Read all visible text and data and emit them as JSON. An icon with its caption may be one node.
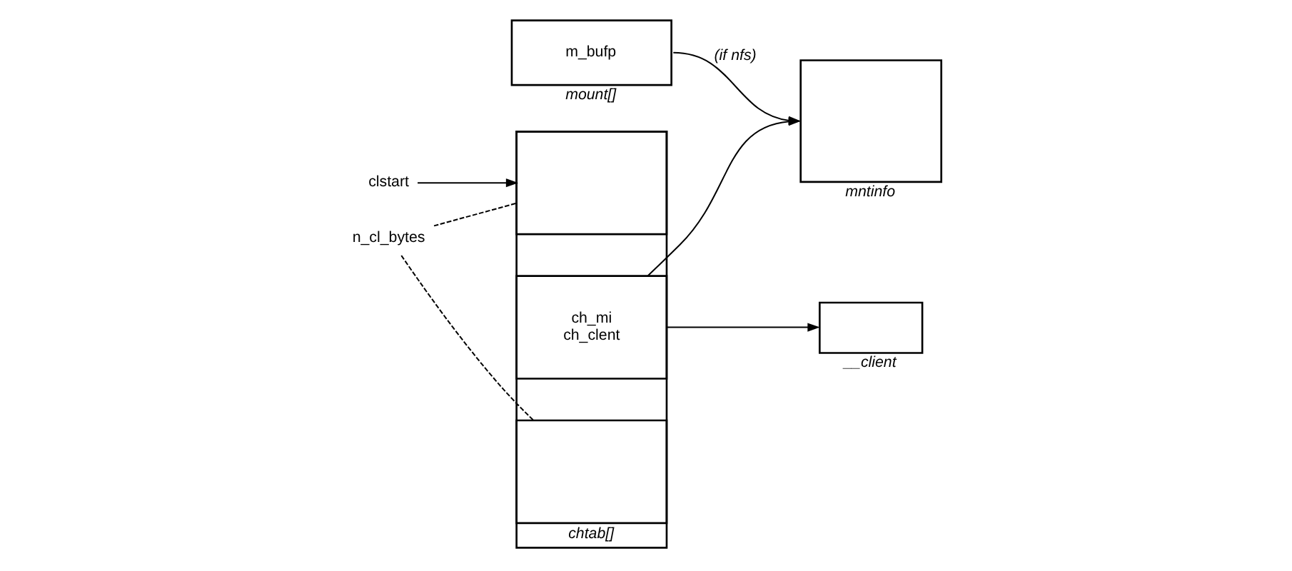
{
  "diagram": {
    "nodes": [
      {
        "text": [
          "chtab[]"
        ]
      },
      {
        "text": [],
        "shape": "box",
        "in": 0
      },
      {
        "text": [
          "ch_mi",
          "ch_clent"
        ],
        "in": 0
      },
      {
        "text": [],
        "shape": "box",
        "in": 0
      },
      {
        "text": [
          "clstart"
        ]
      },
      {
        "text": [
          "n_cl_bytes"
        ]
      },
      {
        "text": [
          "mntinfo"
        ]
      },
      {
        "text": [
          "m_bufp",
          "mount[]"
        ]
      },
      {
        "text": [
          "__client"
        ]
      }
    ],
    "edges": [
      {
        "from": 4,
        "to": 1,
        "arrow": "to"
      },
      {
        "from": 5,
        "to": 1,
        "arrow": "none",
        "style": "dashed"
      },
      {
        "from": 5,
        "to": 3,
        "arrow": "none",
        "style": "dashed"
      },
      {
        "from": 2,
        "to": 6,
        "arrow": "to"
      },
      {
        "from": 2,
        "to": 8,
        "arrow": "to"
      },
      {
        "from": 7,
        "to": 6,
        "arrow": "to",
        "label": "(if nfs)"
      }
    ]
  }
}
